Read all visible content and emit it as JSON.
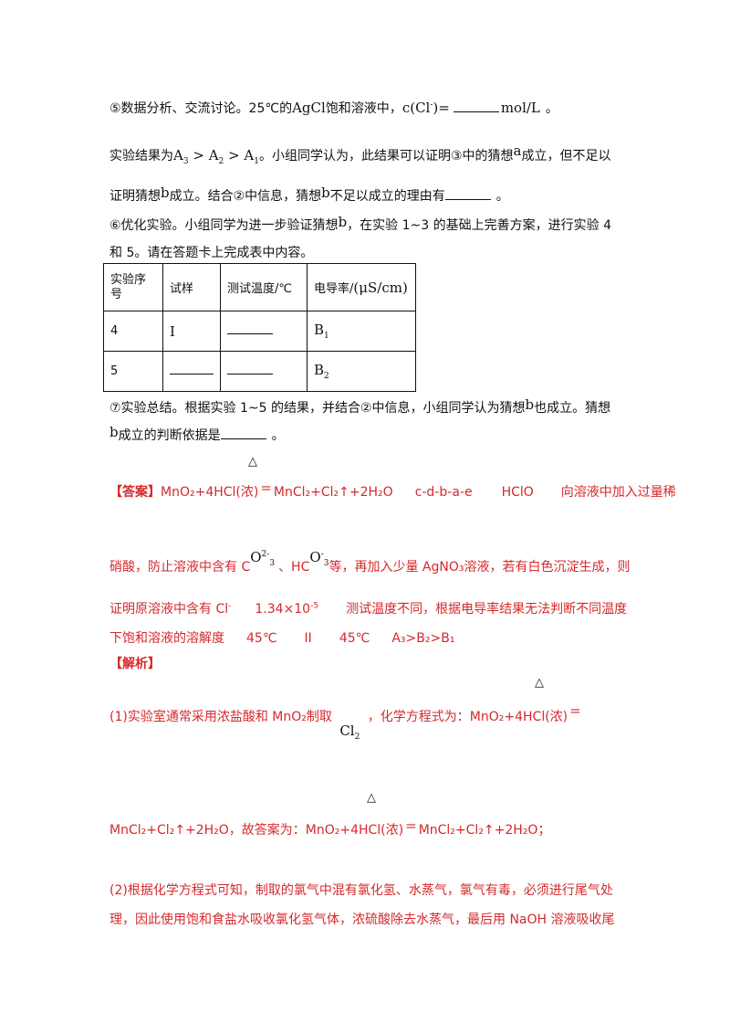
{
  "step5": {
    "prefix": "⑤数据分析、交流讨论。25℃的",
    "agcl": "AgCl",
    "middle": "饱和溶液中，",
    "ccl": "c(Cl",
    "ccl_sup": "-",
    "ccl_close": ")=",
    "unit": "mol/L",
    "end": "。"
  },
  "result": {
    "lead": "实验结果为",
    "a3": "A",
    "a3_sub": "3",
    "gt1": " > ",
    "a2": "A",
    "a2_sub": "2",
    "gt2": " > ",
    "a1": "A",
    "a1_sub": "1",
    "text": "。小组同学认为，此结果可以证明③中的猜想",
    "var_a": "a",
    "text2": "成立，但不足以"
  },
  "prove": {
    "text1": "证明猜想",
    "var_b": "b",
    "text2": "成立。结合②中信息，猜想",
    "var_b2": "b",
    "text3": "不足以成立的理由有",
    "end": "。"
  },
  "step6": {
    "line1a": "⑥优化实验。小组同学为进一步验证猜想",
    "var_b": "b",
    "line1b": "，在实验 1~3 的基础上完善方案，进行实验 4",
    "line2": "和 5。请在答题卡上完成表中内容。"
  },
  "table": {
    "h_no_1": "实验序",
    "h_no_2": "号",
    "h_sample": "试样",
    "h_temp": "测试温度/℃",
    "h_cond_zh": "电导率/",
    "h_cond_unit": "(μS/cm)",
    "r4_no": "4",
    "r4_sample": "I",
    "r4_val": "B",
    "r4_val_sub": "1",
    "r5_no": "5",
    "r5_val": "B",
    "r5_val_sub": "2"
  },
  "step7": {
    "line1a": "⑦实验总结。根据实验 1~5 的结果，并结合②中信息，小组同学认为猜想",
    "var_b": "b",
    "line1b": "也成立。猜想",
    "var_b2": "b",
    "line2": "成立的判断依据是",
    "end": "。"
  },
  "delta": "△",
  "answer": {
    "tag": "【答案】",
    "eq_left": "MnO₂+4HCl(浓)",
    "eq_sign": "=",
    "eq_right": "MnCl₂+Cl₂↑+2H₂O",
    "a2": "c-d-b-a-e",
    "a3": "HClO",
    "a4_1": "向溶液中加入过量稀",
    "a4_2a": "硝酸，防止溶液中含有 C",
    "co3": "O",
    "co3_sub": "3",
    "co3_sup": "2-",
    "sep": "、HC",
    "hco3": "O",
    "hco3_sub": "3",
    "hco3_sup": "-",
    "a4_2b": "等，再加入少量 AgNO₃溶液，若有白色沉淀生成，则",
    "a4_3": "证明原溶液中含有 Cl",
    "cl_sup": "-",
    "a5": "1.34×10",
    "a5_sup": "-5",
    "a6_1": "测试温度不同，根据电导率结果无法判断不同温度",
    "a6_2": "下饱和溶液的溶解度",
    "a7": "45℃",
    "a8": "II",
    "a9": "45℃",
    "a10": "A₃>B₂>B₁"
  },
  "analysis": {
    "tag": "【解析】",
    "p1a": "(1)实验室通常采用浓盐酸和 MnO₂制取",
    "cl2": "Cl",
    "cl2_sub": "2",
    "p1b": "，化学方程式为：MnO₂+4HCl(浓)",
    "eq_sign": "=",
    "p1c": "MnCl₂+Cl₂↑+2H₂O，故答案为：MnO₂+4HCl(浓)",
    "p1d": "MnCl₂+Cl₂↑+2H₂O；",
    "p2_1": "(2)根据化学方程式可知，制取的氯气中混有氯化氢、水蒸气，氯气有毒，必须进行尾气处",
    "p2_2": "理，因此使用饱和食盐水吸收氯化氢气体，浓硫酸除去水蒸气，最后用 NaOH 溶液吸收尾"
  },
  "colors": {
    "answer_red": "#d6282b",
    "text": "#111111"
  }
}
